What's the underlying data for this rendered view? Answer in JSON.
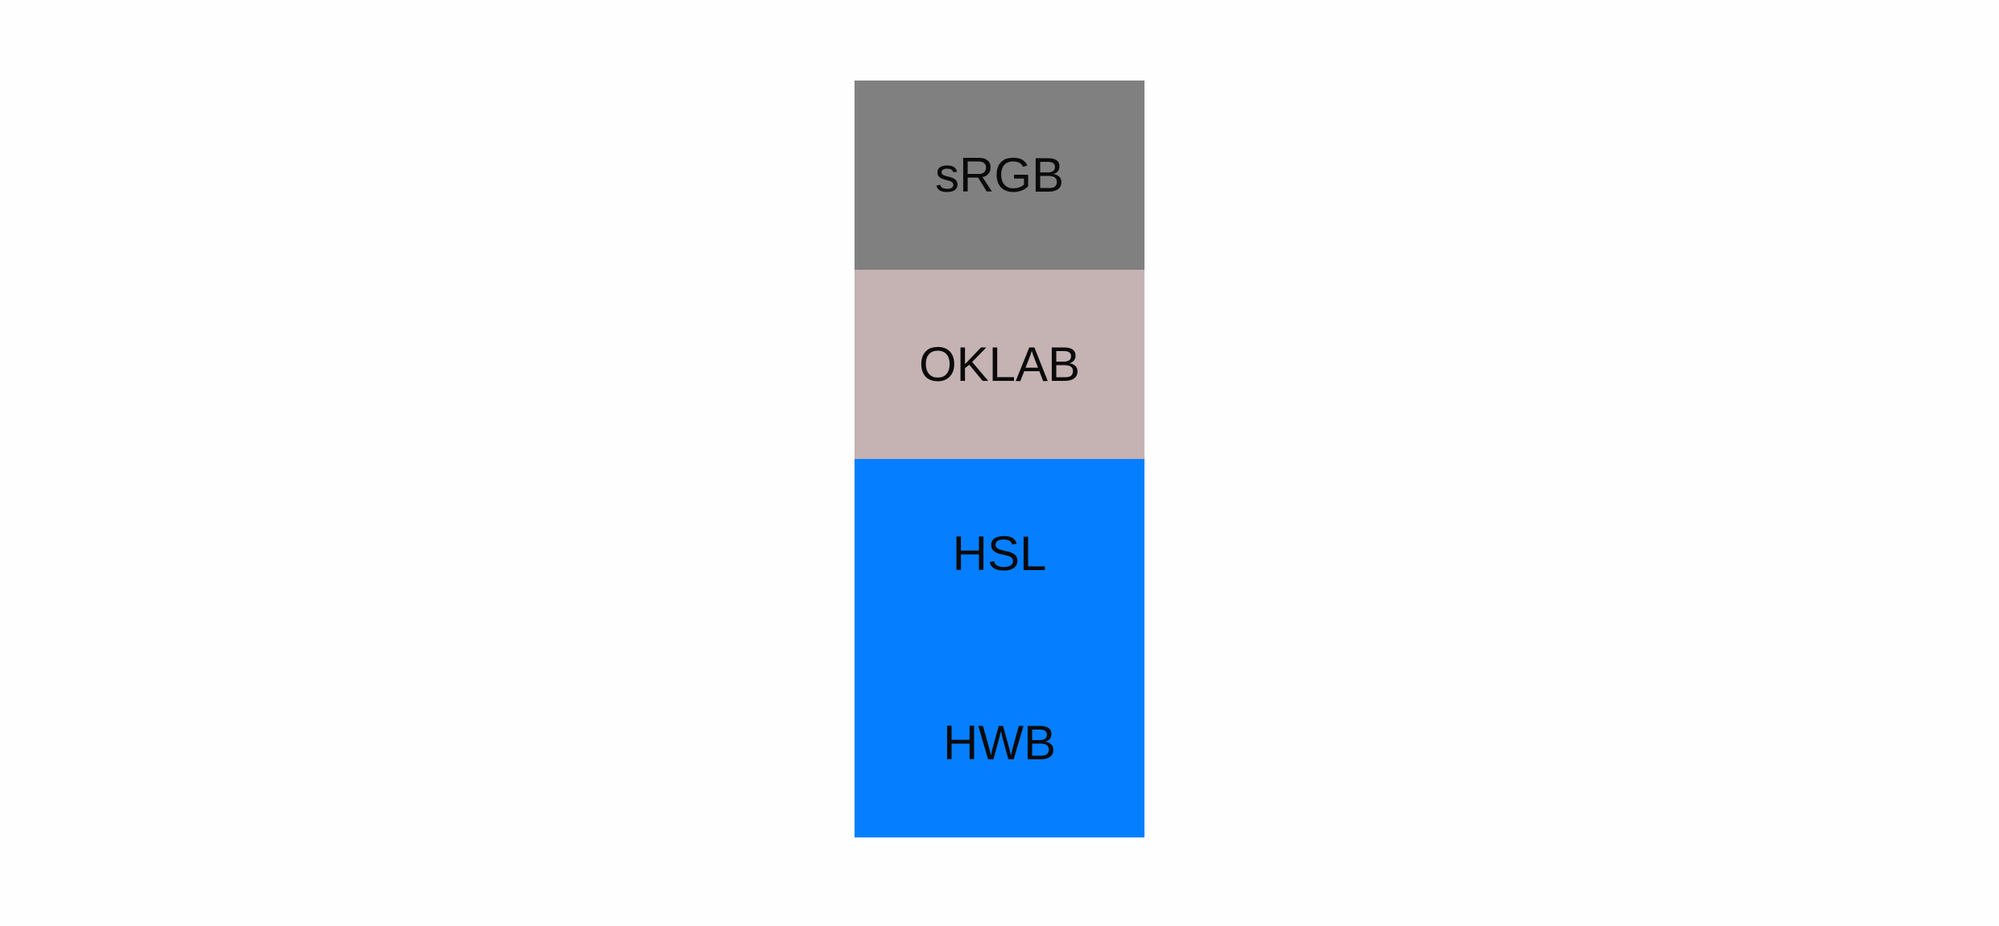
{
  "swatches": [
    {
      "label": "sRGB",
      "color": "#808080"
    },
    {
      "label": "OKLAB",
      "color": "#c5b2b3"
    },
    {
      "label": "HSL",
      "color": "#057fff"
    },
    {
      "label": "HWB",
      "color": "#057fff"
    }
  ]
}
